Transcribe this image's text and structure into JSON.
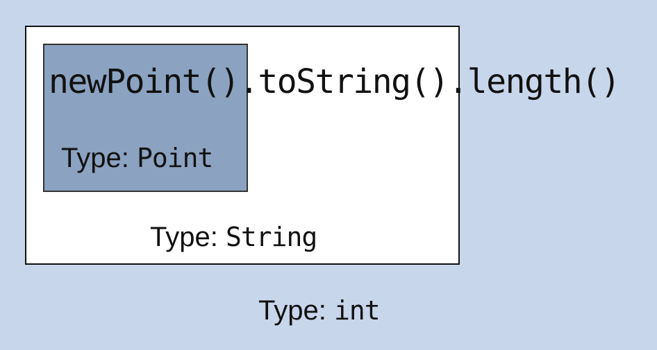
{
  "expression": {
    "part1": "newPoint()",
    "part2": ".toString()",
    "part3": ".length()"
  },
  "labels": {
    "inner": {
      "keyword": "Type",
      "sep": ": ",
      "value": "Point"
    },
    "middle": {
      "keyword": "Type",
      "sep": ": ",
      "value": "String"
    },
    "outer": {
      "keyword": "Type",
      "sep": ": ",
      "value": "int"
    }
  },
  "colors": {
    "background": "#c8d6ec",
    "outer_box": "#ffffff",
    "inner_box": "#8ba2c1"
  }
}
